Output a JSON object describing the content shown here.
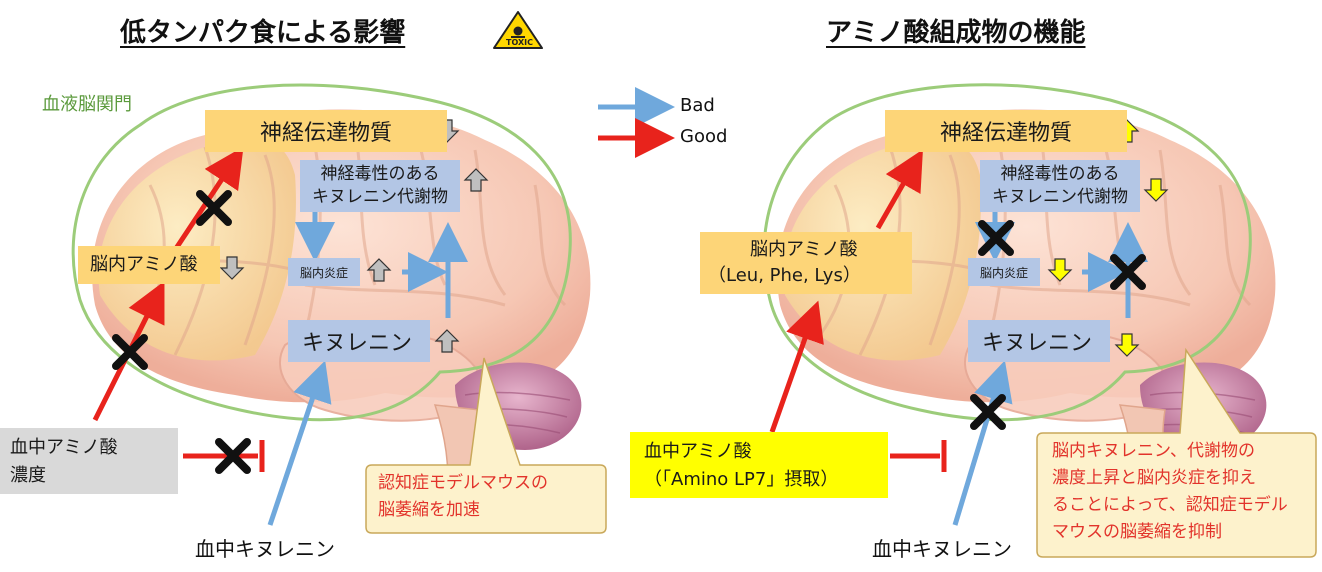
{
  "left": {
    "title": "低タンパク食による影響",
    "toxic_label": "TOXIC",
    "bbb_label": "血液脳関門",
    "neurotransmitter": "神経伝達物質",
    "neurotoxic_line1": "神経毒性のある",
    "neurotoxic_line2": "キヌレニン代謝物",
    "brain_aa": "脳内アミノ酸",
    "inflammation": "脳内炎症",
    "kynurenine": "キヌレニン",
    "blood_aa_line1": "血中アミノ酸",
    "blood_aa_line2": "濃度",
    "blood_kyn": "血中キヌレニン",
    "callout_line1": "認知症モデルマウスの",
    "callout_line2": "脳萎縮を加速"
  },
  "legend": {
    "bad": "Bad",
    "good": "Good",
    "bad_color": "#6fa8dc",
    "good_color": "#e8231c"
  },
  "right": {
    "title": "アミノ酸組成物の機能",
    "neurotransmitter": "神経伝達物質",
    "neurotoxic_line1": "神経毒性のある",
    "neurotoxic_line2": "キヌレニン代謝物",
    "brain_aa_line1": "脳内アミノ酸",
    "brain_aa_line2": "（Leu, Phe, Lys）",
    "inflammation": "脳内炎症",
    "kynurenine": "キヌレニン",
    "blood_aa_line1": "血中アミノ酸",
    "blood_aa_line2": "（「Amino LP7」摂取）",
    "blood_kyn": "血中キヌレニン",
    "callout_line1": "脳内キヌレニン、代謝物の",
    "callout_line2": "濃度上昇と脳内炎症を抑え",
    "callout_line3": "ることによって、認知症モデル",
    "callout_line4": "マウスの脳萎縮を抑制"
  },
  "colors": {
    "orange_box": "#fdd578",
    "blue_box": "#b3c6e5",
    "gray_box": "#d9d9d9",
    "yellow_box": "#ffff00",
    "callout_bg": "#fdf2cc",
    "callout_text": "#e2332b",
    "bbb_outline": "#9ccc7a"
  },
  "icons": [
    "toxic-warning-icon",
    "up-arrow-icon",
    "down-arrow-icon",
    "cross-mark-icon",
    "inhibition-bar-icon"
  ]
}
